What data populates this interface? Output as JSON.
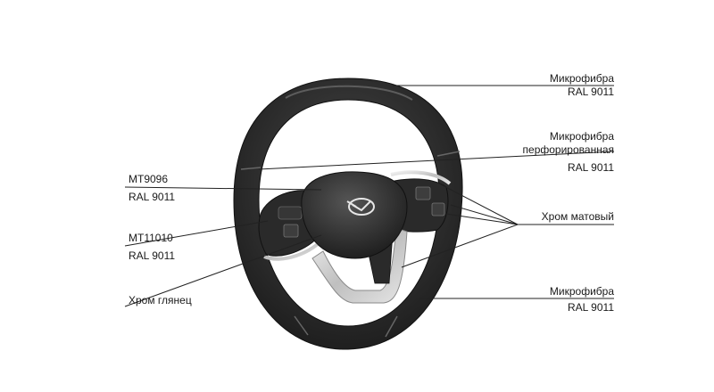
{
  "labels": {
    "microfiber_top": {
      "line1": "Микрофибра",
      "line2": "RAL 9011"
    },
    "microfiber_perforated": {
      "line1": "Микрофибра",
      "line2": "перфорированная",
      "line3": "RAL 9011"
    },
    "chrome_matte": {
      "line1": "Хром матовый"
    },
    "microfiber_bottom": {
      "line1": "Микрофибра",
      "line2": "RAL 9011"
    },
    "mt9096": {
      "line1": "МТ9096",
      "line2": "RAL 9011"
    },
    "mt11010": {
      "line1": "МТ11010",
      "line2": "RAL 9011"
    },
    "chrome_gloss": {
      "line1": "Хром глянец"
    }
  },
  "colors": {
    "rim": "#2b2b2b",
    "rim_highlight": "#4a4a4a",
    "chrome": "#d8d8d8",
    "leader_line": "#222222"
  }
}
